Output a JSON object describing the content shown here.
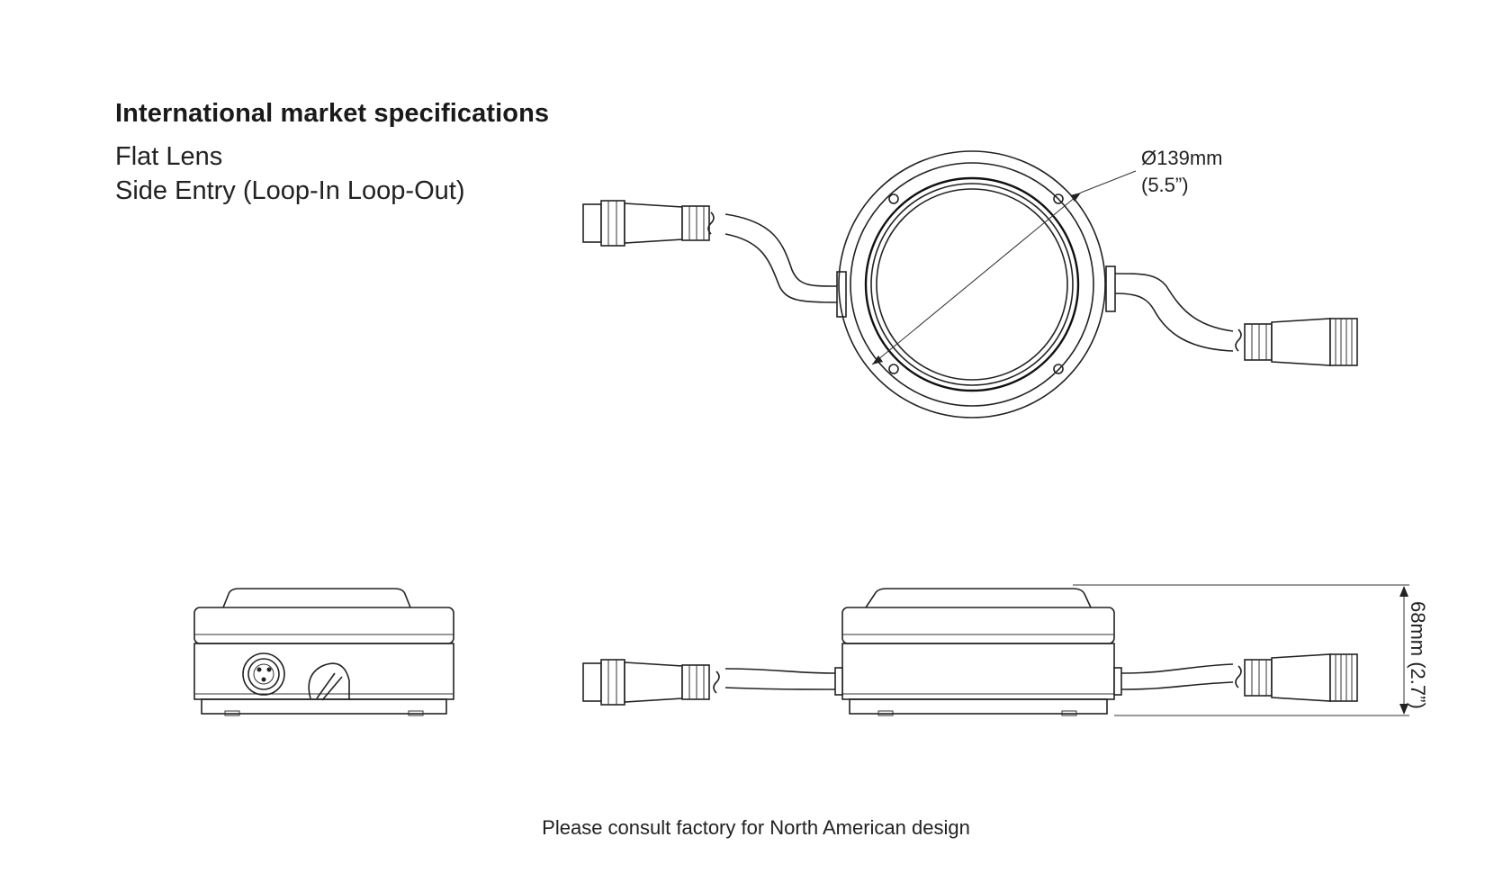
{
  "header": {
    "title": "International market specifications",
    "lens": "Flat Lens",
    "entry": "Side Entry (Loop-In Loop-Out)"
  },
  "dimensions": {
    "diameter_mm": "Ø139mm",
    "diameter_in": "(5.5”)",
    "height": "68mm (2.7”)"
  },
  "footer": {
    "note": "Please consult factory for North American design"
  }
}
